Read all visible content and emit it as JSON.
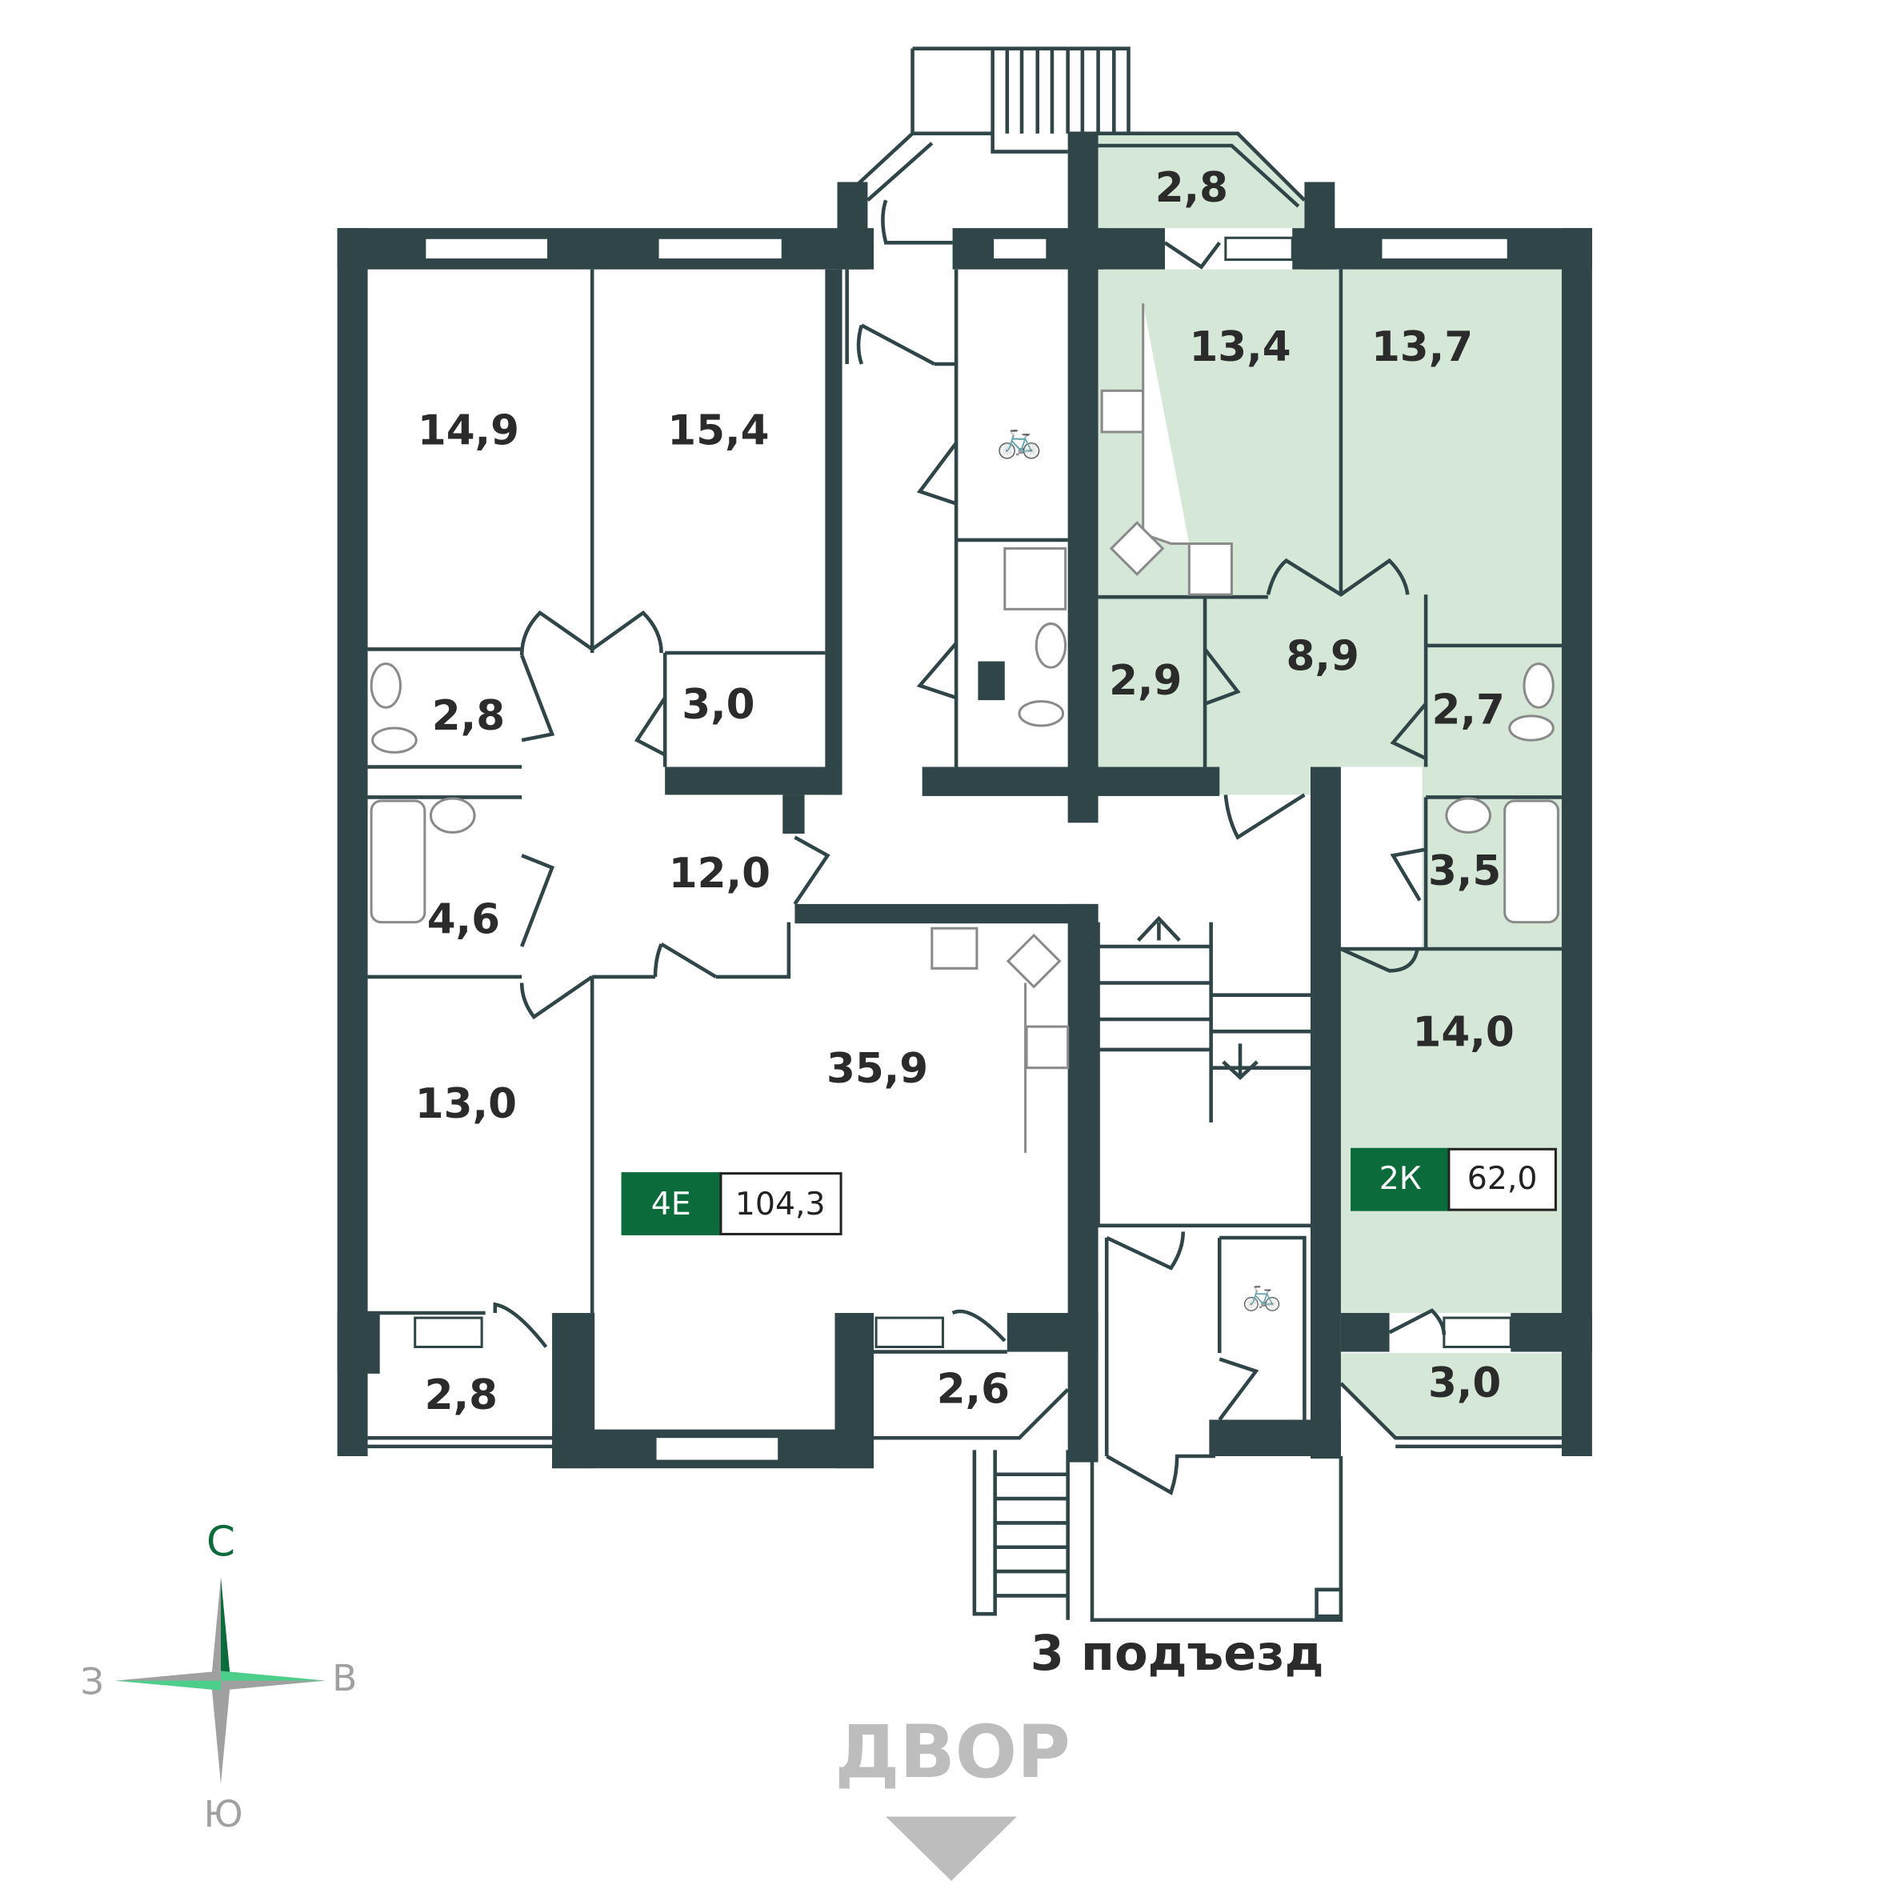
{
  "colors": {
    "wall": "#2f4548",
    "highlight": "#d5e8d8",
    "badge": "#0b6b3a",
    "compass_north": "#0b6b3a",
    "compass_ew": "#4ccf8a",
    "compass_south": "#a0a0a0",
    "courtyard": "#bdbdbd"
  },
  "apartment_4e": {
    "badge": "4Е",
    "area": "104,3",
    "rooms": [
      "14,9",
      "15,4",
      "2,8",
      "3,0",
      "4,6",
      "12,0",
      "35,9",
      "13,0",
      "2,8",
      "2,6"
    ]
  },
  "apartment_2k": {
    "badge": "2К",
    "area": "62,0",
    "rooms": [
      "2,8",
      "13,4",
      "13,7",
      "2,9",
      "8,9",
      "2,7",
      "3,5",
      "14,0",
      "3,0"
    ]
  },
  "entrance_label": "3 подъезд",
  "courtyard_label": "ДВОР",
  "compass": {
    "north": "С",
    "south": "Ю",
    "east": "В",
    "west": "З"
  }
}
